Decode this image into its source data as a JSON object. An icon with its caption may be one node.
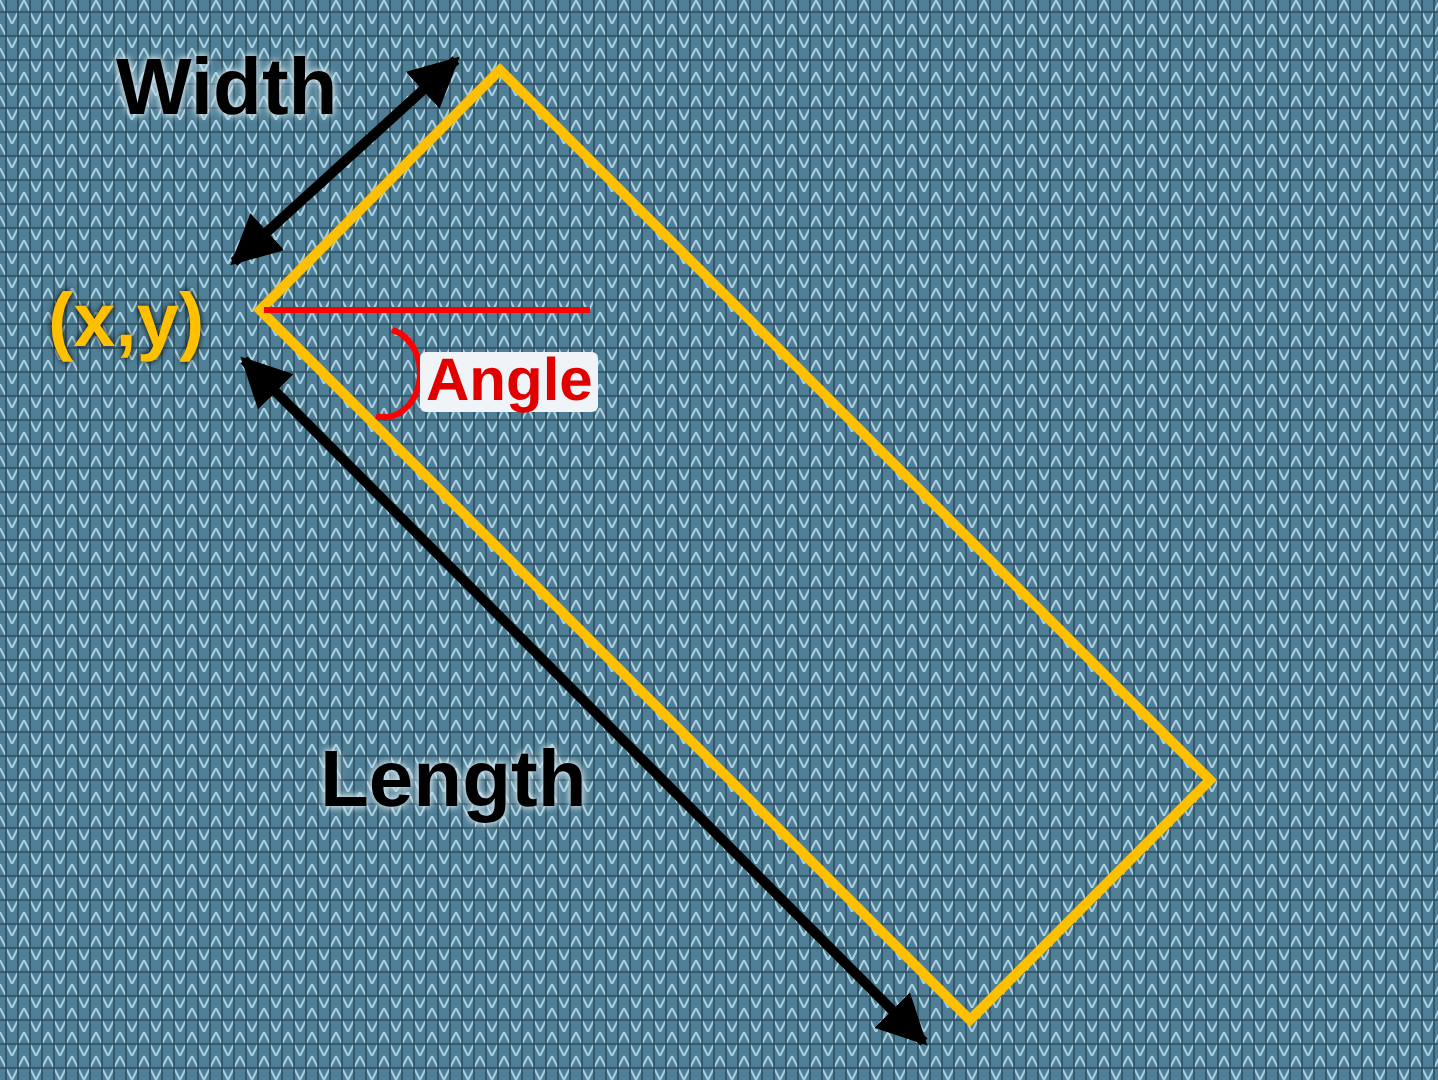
{
  "diagram": {
    "labels": [
      "Width",
      "(x,y)",
      "Angle",
      "Length"
    ]
  }
}
